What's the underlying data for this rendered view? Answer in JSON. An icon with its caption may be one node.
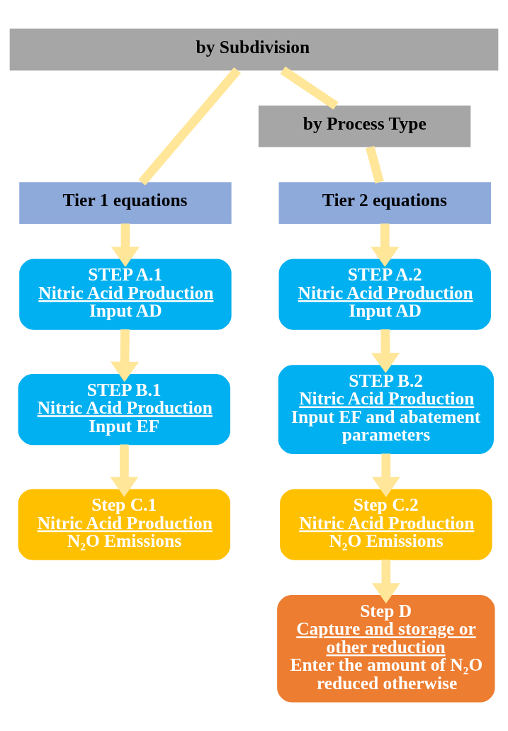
{
  "diagram": {
    "nodes": [
      {
        "text": [
          "by Subdivision"
        ]
      },
      {
        "text": [
          "by Process Type"
        ]
      },
      {
        "text": [
          "Tier 1 equations"
        ]
      },
      {
        "text": [
          "Tier 2 equations"
        ]
      },
      {
        "text": [
          "STEP A.1",
          "Nitric Acid Production",
          "Input AD"
        ]
      },
      {
        "text": [
          "STEP B.1",
          "Nitric Acid Production",
          "Input EF"
        ]
      },
      {
        "text": [
          "Step C.1",
          "Nitric Acid Production",
          "N₂O Emissions"
        ]
      },
      {
        "text": [
          "STEP A.2",
          "Nitric Acid Production",
          "Input AD"
        ]
      },
      {
        "text": [
          "STEP B.2",
          "Nitric Acid Production",
          "Input EF and abatement parameters"
        ]
      },
      {
        "text": [
          "Step C.2",
          "Nitric Acid Production",
          "N₂O Emissions"
        ]
      },
      {
        "text": [
          "Step D",
          "Capture and storage or other reduction",
          "Enter the amount of N₂O reduced otherwise"
        ]
      }
    ],
    "edges": [
      {
        "from": 0,
        "to": 2,
        "arrow": "none"
      },
      {
        "from": 2,
        "to": 4,
        "arrow": "to"
      },
      {
        "from": 0,
        "to": 1,
        "arrow": "none"
      },
      {
        "from": 1,
        "to": 3,
        "arrow": "none"
      },
      {
        "from": 3,
        "to": 7,
        "arrow": "to"
      },
      {
        "from": 4,
        "to": 5,
        "arrow": "to"
      },
      {
        "from": 5,
        "to": 6,
        "arrow": "to"
      },
      {
        "from": 7,
        "to": 8,
        "arrow": "to"
      },
      {
        "from": 8,
        "to": 9,
        "arrow": "to"
      },
      {
        "from": 9,
        "to": 10,
        "arrow": "to"
      }
    ]
  }
}
